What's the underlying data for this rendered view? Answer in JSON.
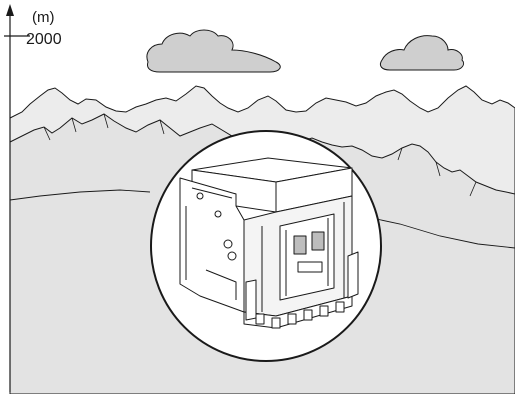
{
  "altitude_axis": {
    "unit_label": "(m)",
    "value_label": "2000"
  },
  "colors": {
    "line": "#1a1a1a",
    "mountain_fill": "#e3e3e3",
    "cloud_fill": "#cfcfcf",
    "device_body": "#ffffff",
    "device_shadow": "#bdbdbd",
    "background": "#ffffff"
  },
  "illustration": {
    "subject": "circuit-breaker",
    "scene": "mountain-range-with-clouds"
  }
}
